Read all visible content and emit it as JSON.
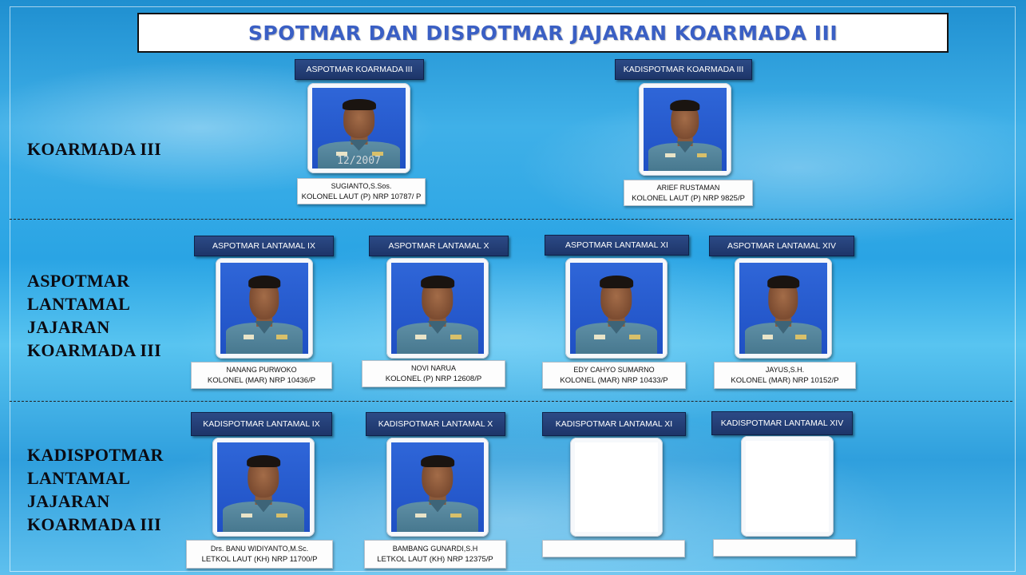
{
  "title": "SPOTMAR DAN DISPOTMAR JAJARAN KOARMADA III",
  "rows": {
    "koarmada": "KOARMADA III",
    "aspotmar": [
      "ASPOTMAR",
      "LANTAMAL",
      "JAJARAN",
      "KOARMADA III"
    ],
    "kadispotmar": [
      "KADISPOTMAR",
      "LANTAMAL",
      "JAJARAN",
      "KOARMADA III"
    ]
  },
  "officers": {
    "aspotmar_koarmada": {
      "position": "ASPOTMAR KOARMADA III",
      "name": "SUGIANTO,S.Sos.",
      "rank": "KOLONEL LAUT (P) NRP 10787/ P",
      "photo_stamp": "12/2007"
    },
    "kadispotmar_koarmada": {
      "position": "KADISPOTMAR KOARMADA III",
      "name": "ARIEF RUSTAMAN",
      "rank": "KOLONEL LAUT (P) NRP  9825/P"
    },
    "aspotmar_ix": {
      "position": "ASPOTMAR LANTAMAL IX",
      "name": "NANANG PURWOKO",
      "rank": "KOLONEL (MAR) NRP  10436/P"
    },
    "aspotmar_x": {
      "position": "ASPOTMAR LANTAMAL X",
      "name": "NOVI NARUA",
      "rank": "KOLONEL (P) NRP  12608/P"
    },
    "aspotmar_xi": {
      "position": "ASPOTMAR LANTAMAL XI",
      "name": "EDY CAHYO SUMARNO",
      "rank": "KOLONEL (MAR) NRP  10433/P"
    },
    "aspotmar_xiv": {
      "position": "ASPOTMAR LANTAMAL XIV",
      "name": "JAYUS,S.H.",
      "rank": "KOLONEL (MAR) NRP  10152/P"
    },
    "kadispotmar_ix": {
      "position": "KADISPOTMAR LANTAMAL IX",
      "name": "Drs. BANU WIDIYANTO,M.Sc.",
      "rank": "LETKOL LAUT (KH) NRP  11700/P"
    },
    "kadispotmar_x": {
      "position": "KADISPOTMAR LANTAMAL X",
      "name": "BAMBANG GUNARDI,S.H",
      "rank": "LETKOL LAUT (KH) NRP  12375/P"
    },
    "kadispotmar_xi": {
      "position": "KADISPOTMAR LANTAMAL XI",
      "name": "",
      "rank": ""
    },
    "kadispotmar_xiv": {
      "position": "KADISPOTMAR LANTAMAL XIV",
      "name": "",
      "rank": ""
    }
  },
  "colors": {
    "title": "#3a5fc4",
    "position_box": "#1d3569",
    "photo_background": "#2f66d8",
    "uniform": "#5f8fa5"
  }
}
